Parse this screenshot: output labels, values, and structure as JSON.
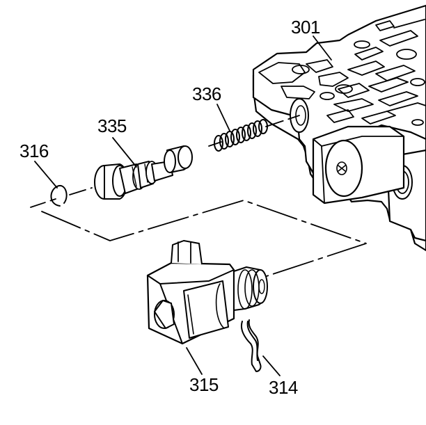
{
  "callouts": {
    "c301": "301",
    "c336": "336",
    "c335": "335",
    "c316": "316",
    "c315": "315",
    "c314": "314"
  }
}
